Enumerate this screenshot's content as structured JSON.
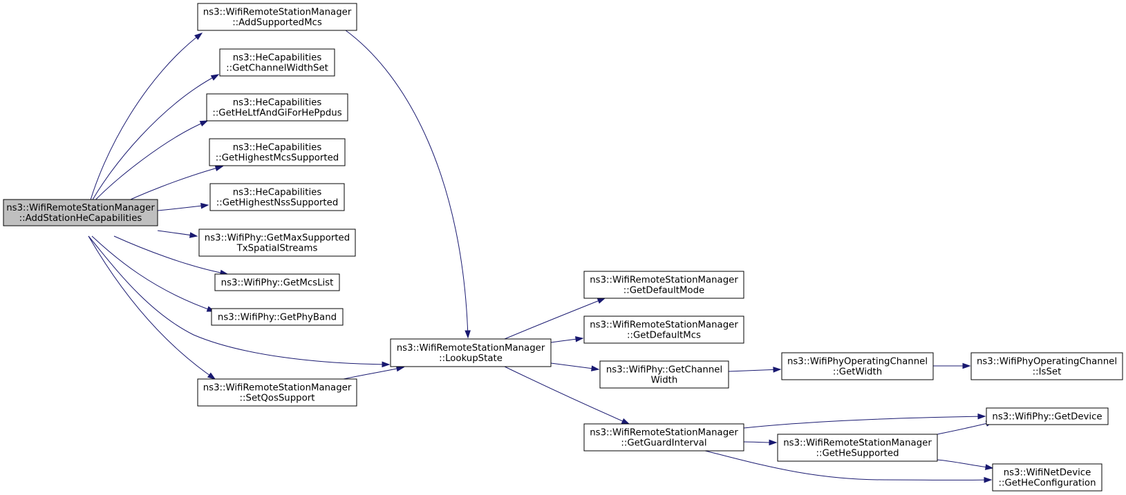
{
  "diagram": {
    "nodes": [
      {
        "id": "addStationHe",
        "lines": [
          "ns3::WifiRemoteStationManager",
          "::AddStationHeCapabilities"
        ],
        "root": true
      },
      {
        "id": "addSupportedMcs",
        "lines": [
          "ns3::WifiRemoteStationManager",
          "::AddSupportedMcs"
        ]
      },
      {
        "id": "getChannelWidthSet",
        "lines": [
          "ns3::HeCapabilities",
          "::GetChannelWidthSet"
        ]
      },
      {
        "id": "getHeLtf",
        "lines": [
          "ns3::HeCapabilities",
          "::GetHeLtfAndGiForHePpdus"
        ]
      },
      {
        "id": "getHighestMcs",
        "lines": [
          "ns3::HeCapabilities",
          "::GetHighestMcsSupported"
        ]
      },
      {
        "id": "getHighestNss",
        "lines": [
          "ns3::HeCapabilities",
          "::GetHighestNssSupported"
        ]
      },
      {
        "id": "getMaxSpatial",
        "lines": [
          "ns3::WifiPhy::GetMaxSupported",
          "TxSpatialStreams"
        ]
      },
      {
        "id": "getMcsList",
        "lines": [
          "ns3::WifiPhy::GetMcsList"
        ]
      },
      {
        "id": "getPhyBand",
        "lines": [
          "ns3::WifiPhy::GetPhyBand"
        ]
      },
      {
        "id": "lookupState",
        "lines": [
          "ns3::WifiRemoteStationManager",
          "::LookupState"
        ]
      },
      {
        "id": "setQosSupport",
        "lines": [
          "ns3::WifiRemoteStationManager",
          "::SetQosSupport"
        ]
      },
      {
        "id": "getDefaultMode",
        "lines": [
          "ns3::WifiRemoteStationManager",
          "::GetDefaultMode"
        ]
      },
      {
        "id": "getDefaultMcs",
        "lines": [
          "ns3::WifiRemoteStationManager",
          "::GetDefaultMcs"
        ]
      },
      {
        "id": "getChannelWidth",
        "lines": [
          "ns3::WifiPhy::GetChannel",
          "Width"
        ]
      },
      {
        "id": "getGuardInterval",
        "lines": [
          "ns3::WifiRemoteStationManager",
          "::GetGuardInterval"
        ]
      },
      {
        "id": "opChanGetWidth",
        "lines": [
          "ns3::WifiPhyOperatingChannel",
          "::GetWidth"
        ]
      },
      {
        "id": "opChanIsSet",
        "lines": [
          "ns3::WifiPhyOperatingChannel",
          "::IsSet"
        ]
      },
      {
        "id": "getDevice",
        "lines": [
          "ns3::WifiPhy::GetDevice"
        ]
      },
      {
        "id": "getHeSupported",
        "lines": [
          "ns3::WifiRemoteStationManager",
          "::GetHeSupported"
        ]
      },
      {
        "id": "getHeConfiguration",
        "lines": [
          "ns3::WifiNetDevice",
          "::GetHeConfiguration"
        ]
      }
    ],
    "edges": [
      {
        "from": "addStationHe",
        "to": "addSupportedMcs"
      },
      {
        "from": "addStationHe",
        "to": "getChannelWidthSet"
      },
      {
        "from": "addStationHe",
        "to": "getHeLtf"
      },
      {
        "from": "addStationHe",
        "to": "getHighestMcs"
      },
      {
        "from": "addStationHe",
        "to": "getHighestNss"
      },
      {
        "from": "addStationHe",
        "to": "getMaxSpatial"
      },
      {
        "from": "addStationHe",
        "to": "getMcsList"
      },
      {
        "from": "addStationHe",
        "to": "getPhyBand"
      },
      {
        "from": "addStationHe",
        "to": "lookupState"
      },
      {
        "from": "addStationHe",
        "to": "setQosSupport"
      },
      {
        "from": "addSupportedMcs",
        "to": "lookupState"
      },
      {
        "from": "setQosSupport",
        "to": "lookupState"
      },
      {
        "from": "lookupState",
        "to": "getDefaultMode"
      },
      {
        "from": "lookupState",
        "to": "getDefaultMcs"
      },
      {
        "from": "lookupState",
        "to": "getChannelWidth"
      },
      {
        "from": "lookupState",
        "to": "getGuardInterval"
      },
      {
        "from": "getChannelWidth",
        "to": "opChanGetWidth"
      },
      {
        "from": "opChanGetWidth",
        "to": "opChanIsSet"
      },
      {
        "from": "getGuardInterval",
        "to": "getDevice"
      },
      {
        "from": "getGuardInterval",
        "to": "getHeSupported"
      },
      {
        "from": "getGuardInterval",
        "to": "getHeConfiguration"
      },
      {
        "from": "getHeSupported",
        "to": "getDevice"
      },
      {
        "from": "getHeSupported",
        "to": "getHeConfiguration"
      }
    ],
    "colors": {
      "edge": "#191970",
      "root_fill": "#bfbfbf",
      "node_fill": "#ffffff",
      "border": "#000000"
    }
  }
}
